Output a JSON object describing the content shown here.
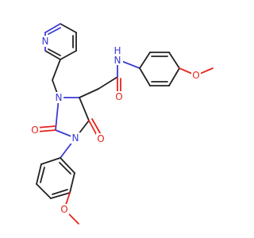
{
  "molecule": {
    "atoms": {
      "n_pyridine": {
        "label": "N",
        "color": "#3b3bd4"
      },
      "n_amide": {
        "label": "H",
        "color": "#3b3bd4"
      },
      "n_amide_n": {
        "label": "N",
        "color": "#3b3bd4"
      },
      "o_amide": {
        "label": "O",
        "color": "#e8231d"
      },
      "o_methoxy_right": {
        "label": "O",
        "color": "#e8231d"
      },
      "n_ring_top": {
        "label": "N",
        "color": "#3b3bd4"
      },
      "n_ring_bottom": {
        "label": "N",
        "color": "#3b3bd4"
      },
      "o_ring_left": {
        "label": "O",
        "color": "#e8231d"
      },
      "o_ring_right": {
        "label": "O",
        "color": "#e8231d"
      },
      "o_methoxy_bottom": {
        "label": "O",
        "color": "#e8231d"
      }
    },
    "colors": {
      "carbon": "#222222",
      "nitrogen": "#3b3bd4",
      "oxygen": "#e8231d"
    }
  }
}
